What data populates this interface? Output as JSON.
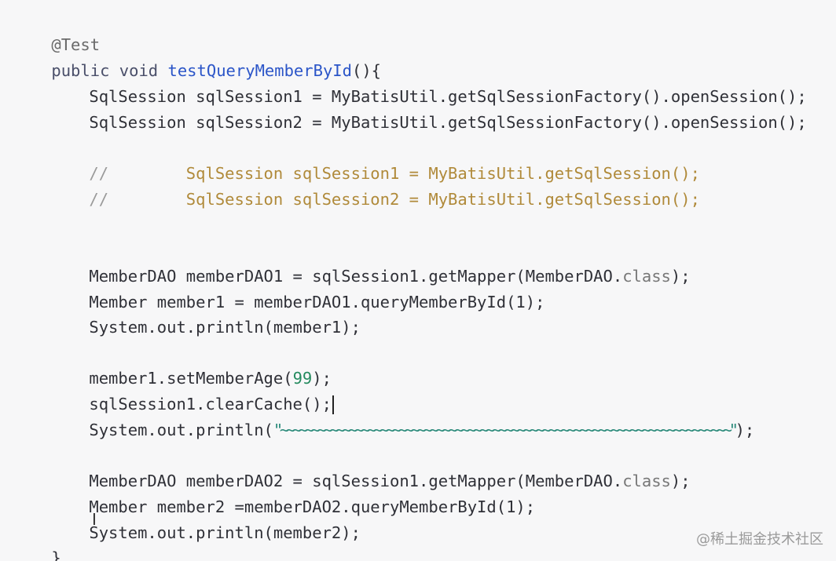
{
  "code": {
    "annotation": "@Test",
    "l2_mod": "public void ",
    "l2_fn": "testQueryMemberById",
    "l2_tail": "(){",
    "l3": "SqlSession sqlSession1 = MyBatisUtil.getSqlSessionFactory().openSession();",
    "l4": "SqlSession sqlSession2 = MyBatisUtil.getSqlSessionFactory().openSession();",
    "c1_slash": "//        ",
    "c1_code": "SqlSession sqlSession1 = MyBatisUtil.getSqlSession();",
    "c2_slash": "//        ",
    "c2_code": "SqlSession sqlSession2 = MyBatisUtil.getSqlSession();",
    "l5_a": "MemberDAO memberDAO1 = sqlSession1.getMapper(MemberDAO.",
    "l5_cls": "class",
    "l5_b": ");",
    "l6": "Member member1 = memberDAO1.queryMemberById(1);",
    "l7": "System.out.println(member1);",
    "l8_a": "member1.setMemberAge(",
    "l8_num": "99",
    "l8_b": ");",
    "l9": "sqlSession1.clearCache();",
    "l10_a": "System.out.println(",
    "l10_str": "\"~~~~~~~~~~~~~~~~~~~~~~~~~~~~~~~~~~~~~~~~~~~~~~~~~~~~~~~~~~~~~~~~~~~~~~~~\"",
    "l10_b": ");",
    "l11_a": "MemberDAO memberDAO2 = sqlSession1.getMapper(MemberDAO.",
    "l11_cls": "class",
    "l11_b": ");",
    "l12": "Member member2 =memberDAO2.queryMemberById(1);",
    "l13": "System.out.println(member2);",
    "close": "}"
  },
  "watermark": "@稀土掘金技术社区",
  "colors": {
    "background": "#f7f7f8",
    "method_name": "#2b55c8",
    "commented_code": "#b08a3a",
    "number": "#238a5e"
  }
}
